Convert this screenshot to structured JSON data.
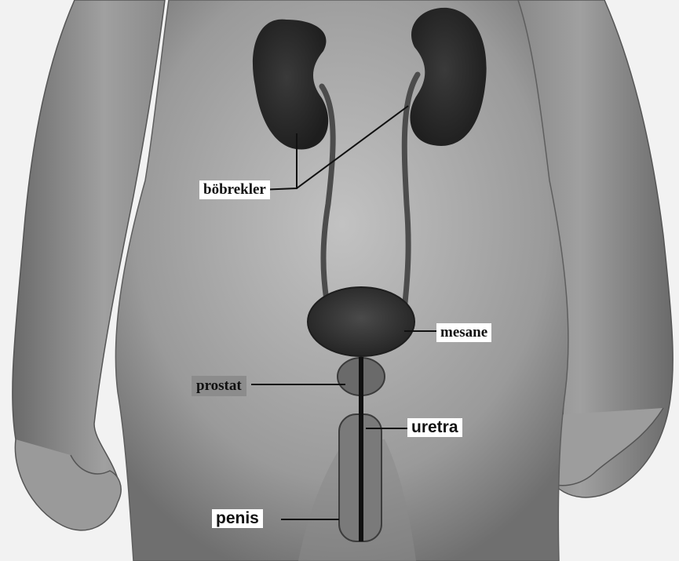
{
  "labels": {
    "kidneys": "böbrekler",
    "bladder": "mesane",
    "prostate": "prostat",
    "urethra": "uretra",
    "penis": "penis"
  },
  "colors": {
    "background": "#f2f2f2",
    "body_skin": "#a8a8a8",
    "body_edge": "#6e6e6e",
    "organ_dark": "#2e2e2e",
    "organ_mid": "#5a5a5a",
    "label_bg": "#ffffff",
    "label_bg_prostate": "#8c8c8c"
  }
}
